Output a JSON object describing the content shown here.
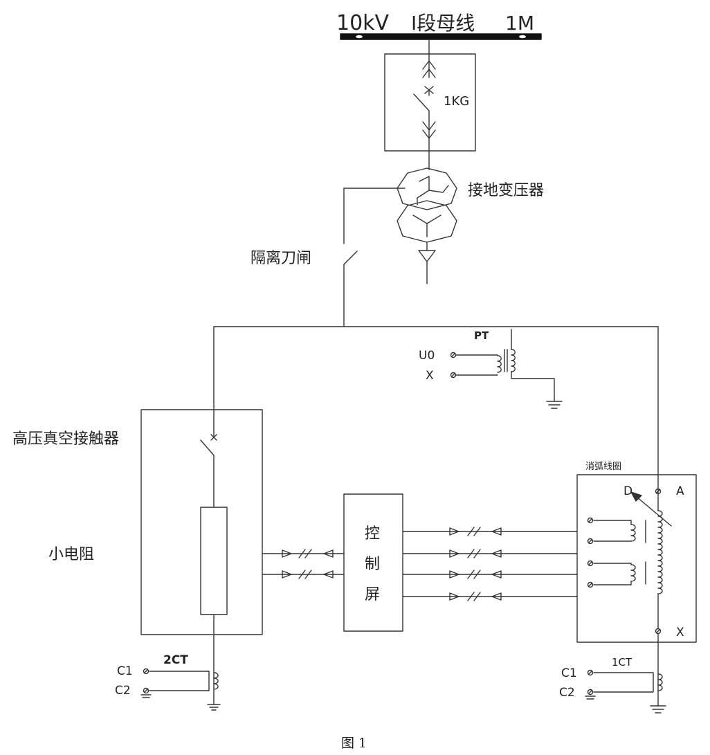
{
  "labels": {
    "bus_title": "10kV",
    "bus_section": "I段母线",
    "bus_id": "1M",
    "switch_1kg": "1KG",
    "grounding_transformer": "接地变压器",
    "isolating_switch": "隔离刀闸",
    "pt": "PT",
    "pt_u0": "U0",
    "pt_x": "X",
    "vacuum_contactor": "高压真空接触器",
    "small_resistor": "小电阻",
    "control_panel_1": "控",
    "control_panel_2": "制",
    "control_panel_3": "屏",
    "arc_coil": "消弧线圈",
    "coil_d": "D",
    "coil_a": "A",
    "coil_x": "X",
    "ct2": "2CT",
    "ct2_c1": "C1",
    "ct2_c2": "C2",
    "ct1": "1CT",
    "ct1_c1": "C1",
    "ct1_c2": "C2",
    "figure_caption": "图 1"
  },
  "colors": {
    "line": "#333333",
    "bus": "#111111",
    "background": "#ffffff"
  }
}
